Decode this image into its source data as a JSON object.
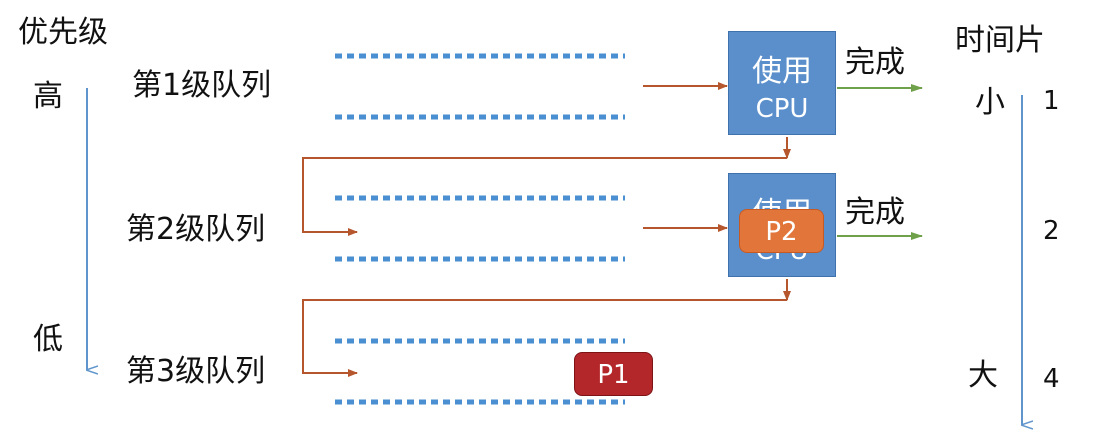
{
  "left_axis": {
    "title": "优先级",
    "high": "高",
    "low": "低"
  },
  "right_axis": {
    "title": "时间片",
    "small": "小",
    "large": "大",
    "values": [
      "1",
      "2",
      "4"
    ]
  },
  "queues": [
    {
      "label": "第1级队列"
    },
    {
      "label": "第2级队列"
    },
    {
      "label": "第3级队列"
    }
  ],
  "cpu": {
    "line1": "使用",
    "line2": "CPU"
  },
  "done_label": "完成",
  "processes": [
    {
      "name": "P1",
      "color": "#b3262a"
    },
    {
      "name": "P2",
      "color": "#e2763a"
    }
  ],
  "colors": {
    "axis": "#5f95cc",
    "dots": "#4a8fd1",
    "arrow": "#b5562c",
    "done": "#6fa14a",
    "cpu": "#5b8fcb"
  }
}
